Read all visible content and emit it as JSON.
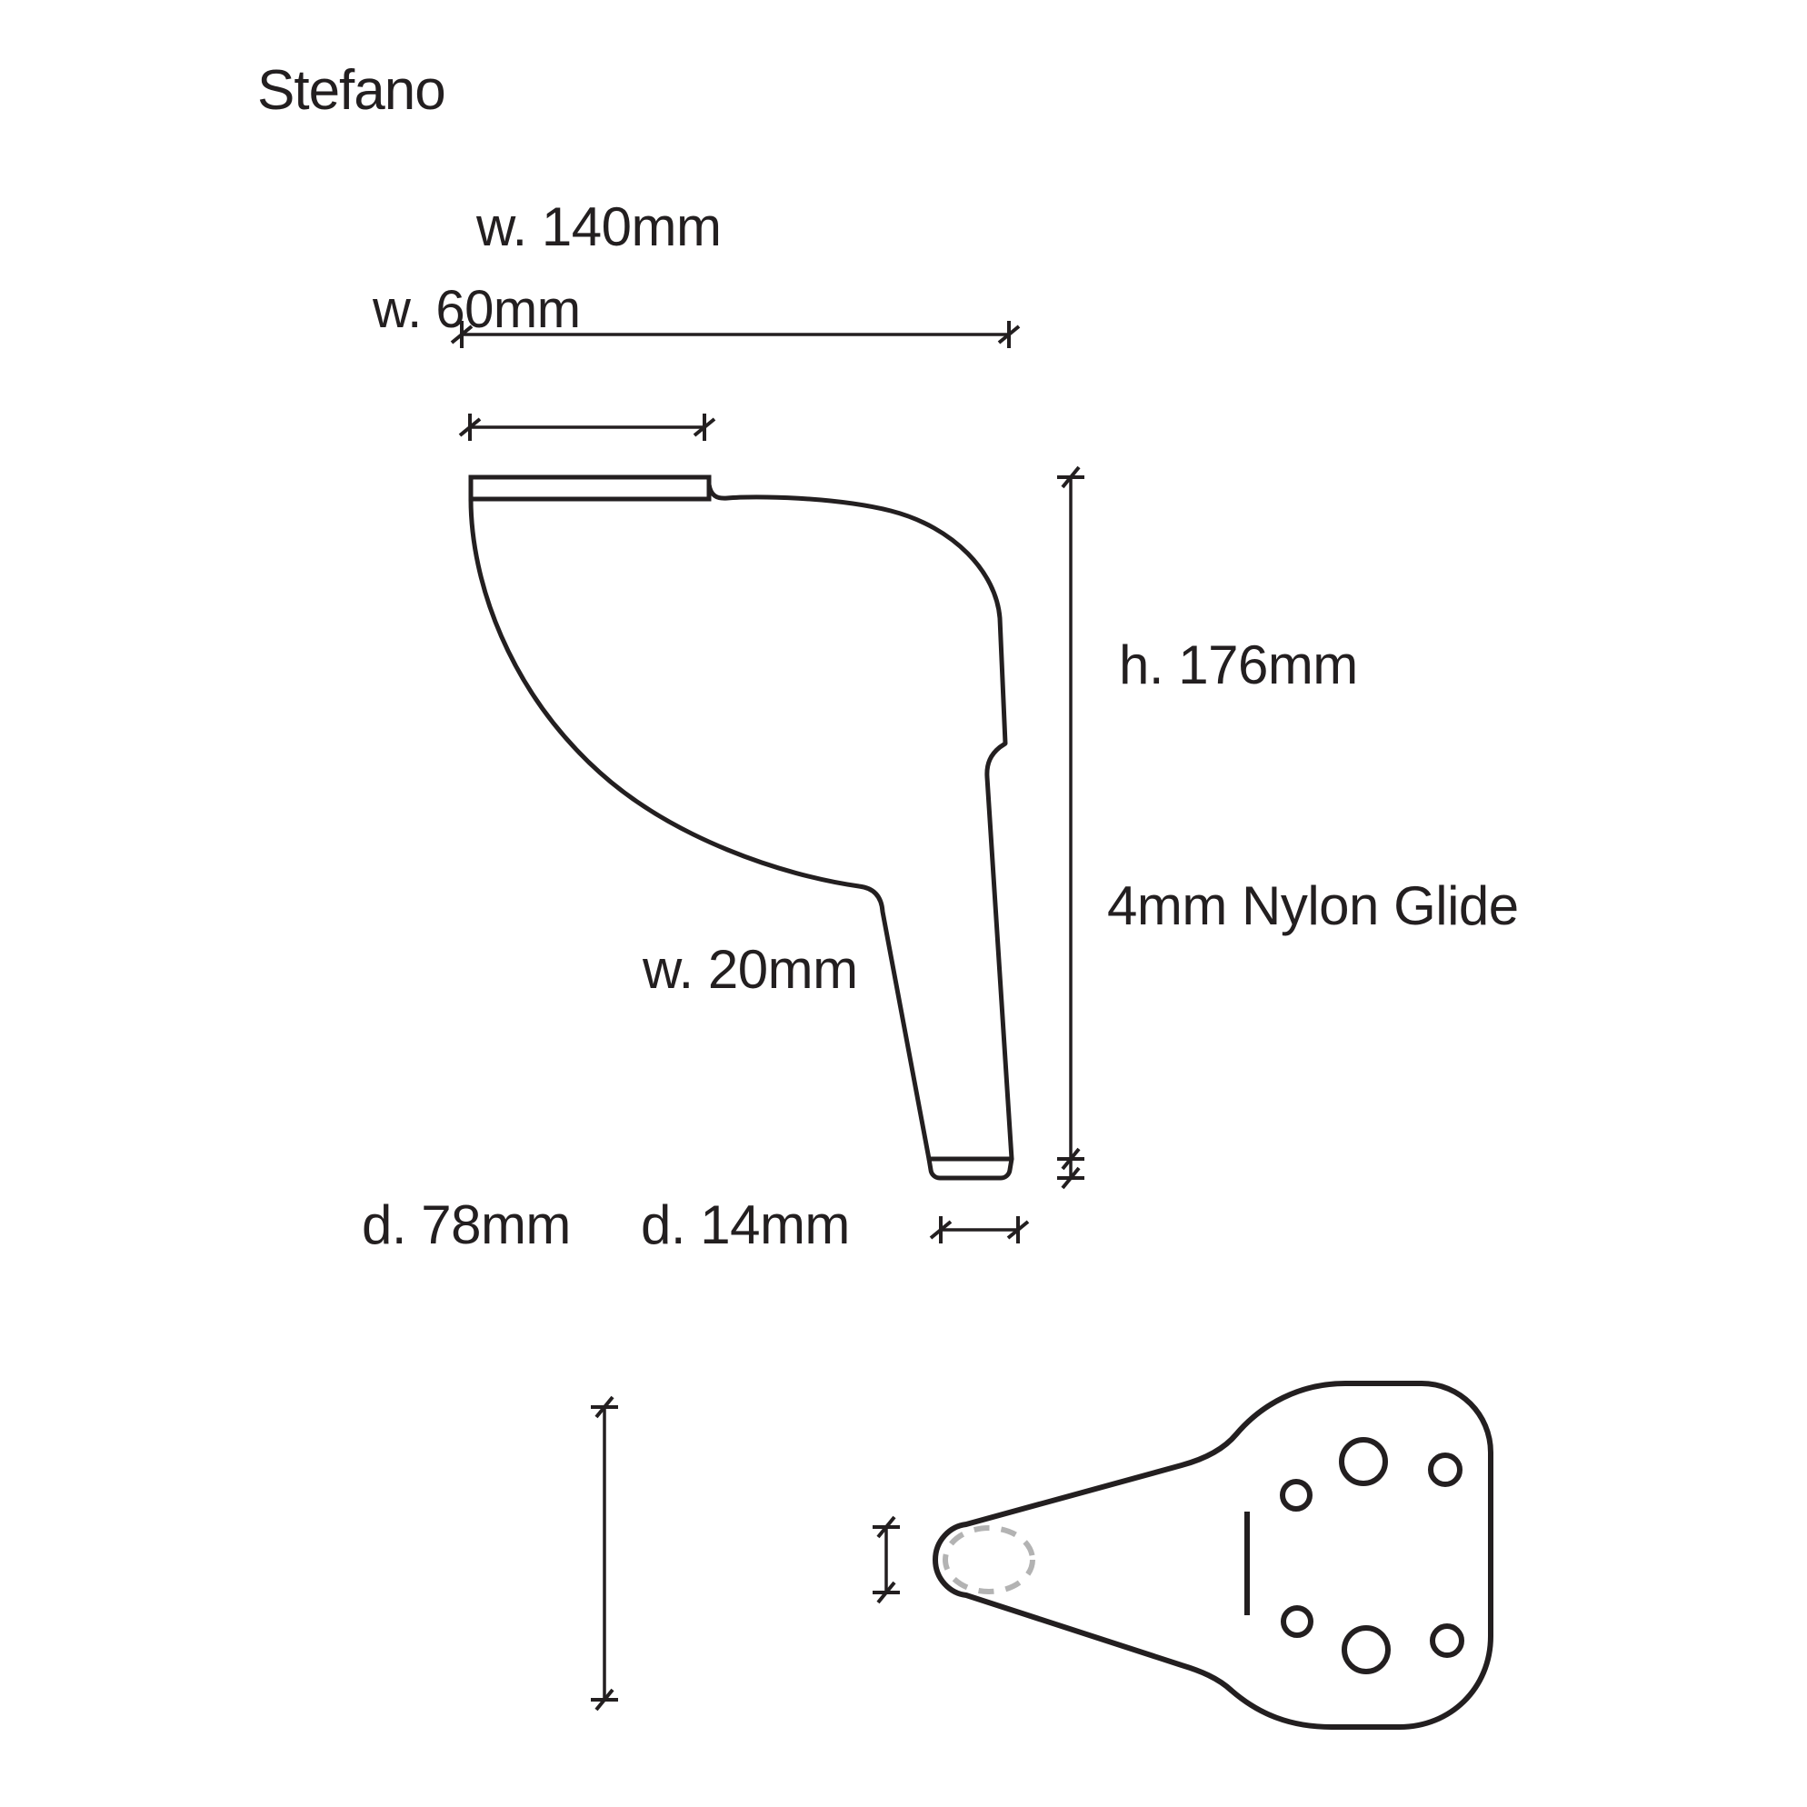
{
  "sheet": {
    "title": "Stefano",
    "background_color": "#ffffff",
    "line_color": "#231f20",
    "hidden_line_color": "#b3b3b3"
  },
  "dimensions": {
    "top_width": "w. 140mm",
    "plate_width": "w. 60mm",
    "height": "h. 176mm",
    "glide_note": "4mm Nylon Glide",
    "foot_width": "w. 20mm",
    "plate_depth": "d. 78mm",
    "tongue_depth": "d. 14mm"
  },
  "views": {
    "elevation": {
      "name": "side-elevation",
      "features": [
        "mounting-plate",
        "concave-front-curve",
        "tapered-shaft",
        "nylon-glide"
      ]
    },
    "plan": {
      "name": "bottom-plan",
      "features": [
        "mounting-plate-outline",
        "tongue",
        "hidden-oval",
        "fixing-holes"
      ],
      "hole_count": 6,
      "large_hole_count": 2,
      "small_hole_count": 4
    }
  },
  "chart_data": {
    "type": "table",
    "title": "Stefano",
    "categories": [
      "w. 140mm",
      "w. 60mm",
      "h. 176mm",
      "w. 20mm",
      "d. 78mm",
      "d. 14mm",
      "4mm Nylon Glide"
    ],
    "values": [
      140,
      60,
      176,
      20,
      78,
      14,
      4
    ],
    "units": "mm",
    "xlabel": "",
    "ylabel": ""
  }
}
